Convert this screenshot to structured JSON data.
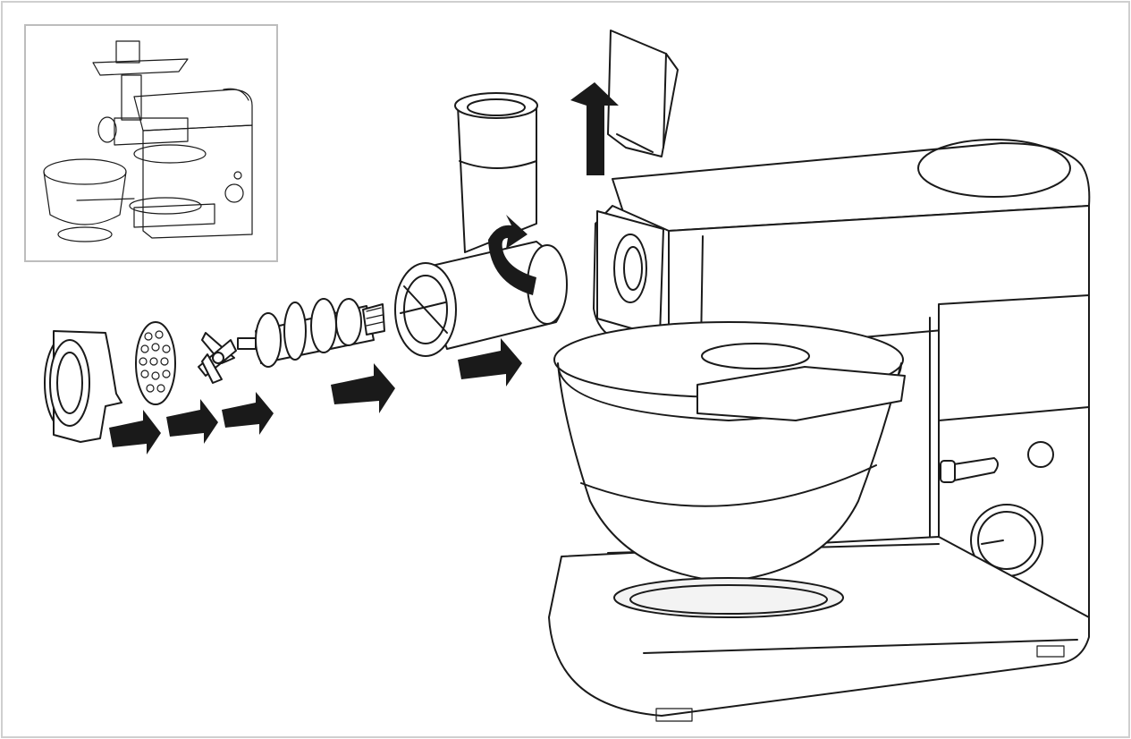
{
  "figure": {
    "subject": "stand-mixer-meat-grinder-assembly",
    "colors": {
      "line": "#1a1a1a",
      "background": "#ffffff",
      "frame": "#cfcfcf"
    },
    "arrows": [
      "push-ring-arrow",
      "push-plate-arrow",
      "push-blade-arrow",
      "push-auger-arrow",
      "push-housing-arrow",
      "lift-cover-arrow"
    ],
    "rotate_arrow": "twist-lock-arrow"
  }
}
